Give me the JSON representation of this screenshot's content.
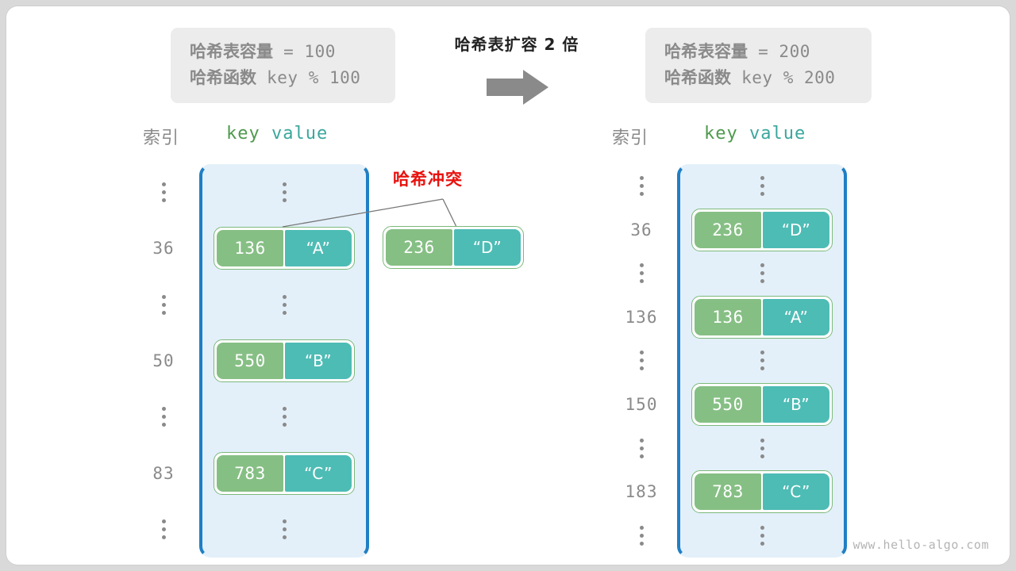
{
  "header": {
    "left_box": {
      "capacity_label": "哈希表容量",
      "capacity_expr": " = 100",
      "function_label": "哈希函数",
      "function_expr": " key % 100"
    },
    "right_box": {
      "capacity_label": "哈希表容量",
      "capacity_expr": " = 200",
      "function_label": "哈希函数",
      "function_expr": " key % 200"
    },
    "transition_label": "哈希表扩容 2 倍",
    "arrow_color": "#8a8a8a"
  },
  "columns": {
    "index_heading": "索引",
    "key_heading": "key",
    "value_heading": "value",
    "key_color": "#4e9a4e",
    "value_color": "#3aa79e"
  },
  "annotation": {
    "collision_label": "哈希冲突",
    "collision_color": "#e8120e"
  },
  "detached_bucket": {
    "key": "236",
    "value": "“D”"
  },
  "colors": {
    "table_fill": "#e3f0fa",
    "table_border": "#1f7fc4",
    "key_pill": "#86bf84",
    "value_pill": "#4dbcb5",
    "bucket_outline": "#7cb97a",
    "index_text": "#8a8a8a",
    "infobox_bg": "#ececec"
  },
  "left_table": {
    "rows": [
      {
        "type": "ellipsis",
        "index": "⋮"
      },
      {
        "type": "entry",
        "index": "36",
        "key": "136",
        "value": "“A”"
      },
      {
        "type": "ellipsis",
        "index": "⋮"
      },
      {
        "type": "entry",
        "index": "50",
        "key": "550",
        "value": "“B”"
      },
      {
        "type": "ellipsis",
        "index": "⋮"
      },
      {
        "type": "entry",
        "index": "83",
        "key": "783",
        "value": "“C”"
      },
      {
        "type": "ellipsis",
        "index": "⋮"
      }
    ]
  },
  "right_table": {
    "rows": [
      {
        "type": "ellipsis",
        "index": "⋮"
      },
      {
        "type": "entry",
        "index": "36",
        "key": "236",
        "value": "“D”"
      },
      {
        "type": "ellipsis",
        "index": "⋮"
      },
      {
        "type": "entry",
        "index": "136",
        "key": "136",
        "value": "“A”"
      },
      {
        "type": "ellipsis",
        "index": "⋮"
      },
      {
        "type": "entry",
        "index": "150",
        "key": "550",
        "value": "“B”"
      },
      {
        "type": "ellipsis",
        "index": "⋮"
      },
      {
        "type": "entry",
        "index": "183",
        "key": "783",
        "value": "“C”"
      },
      {
        "type": "ellipsis",
        "index": "⋮"
      }
    ]
  },
  "watermark": "www.hello-algo.com"
}
